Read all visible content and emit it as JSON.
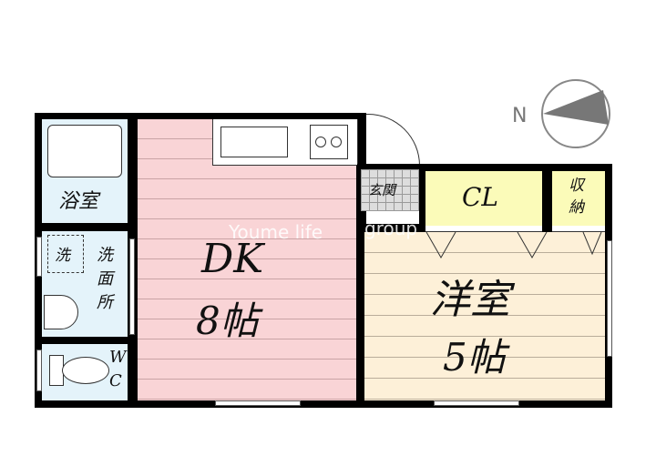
{
  "compass": {
    "label": "N",
    "direction": "west"
  },
  "watermark": {
    "part1": "Youme life",
    "part2": "group"
  },
  "rooms": {
    "bath": {
      "label": "浴室"
    },
    "washroom": {
      "label": "洗面所",
      "washer_label": "洗"
    },
    "toilet": {
      "label_w": "W",
      "label_c": "C"
    },
    "dk": {
      "name": "DK",
      "size": "8帖"
    },
    "entrance": {
      "label": "玄関"
    },
    "closet": {
      "label": "CL"
    },
    "storage": {
      "label": "収納"
    },
    "western": {
      "name": "洋室",
      "size": "5帖"
    }
  },
  "colors": {
    "dk": "#f9d4d6",
    "western": "#fdf0d8",
    "wet": "#e4f3fa",
    "closet": "#fbfbb9"
  }
}
